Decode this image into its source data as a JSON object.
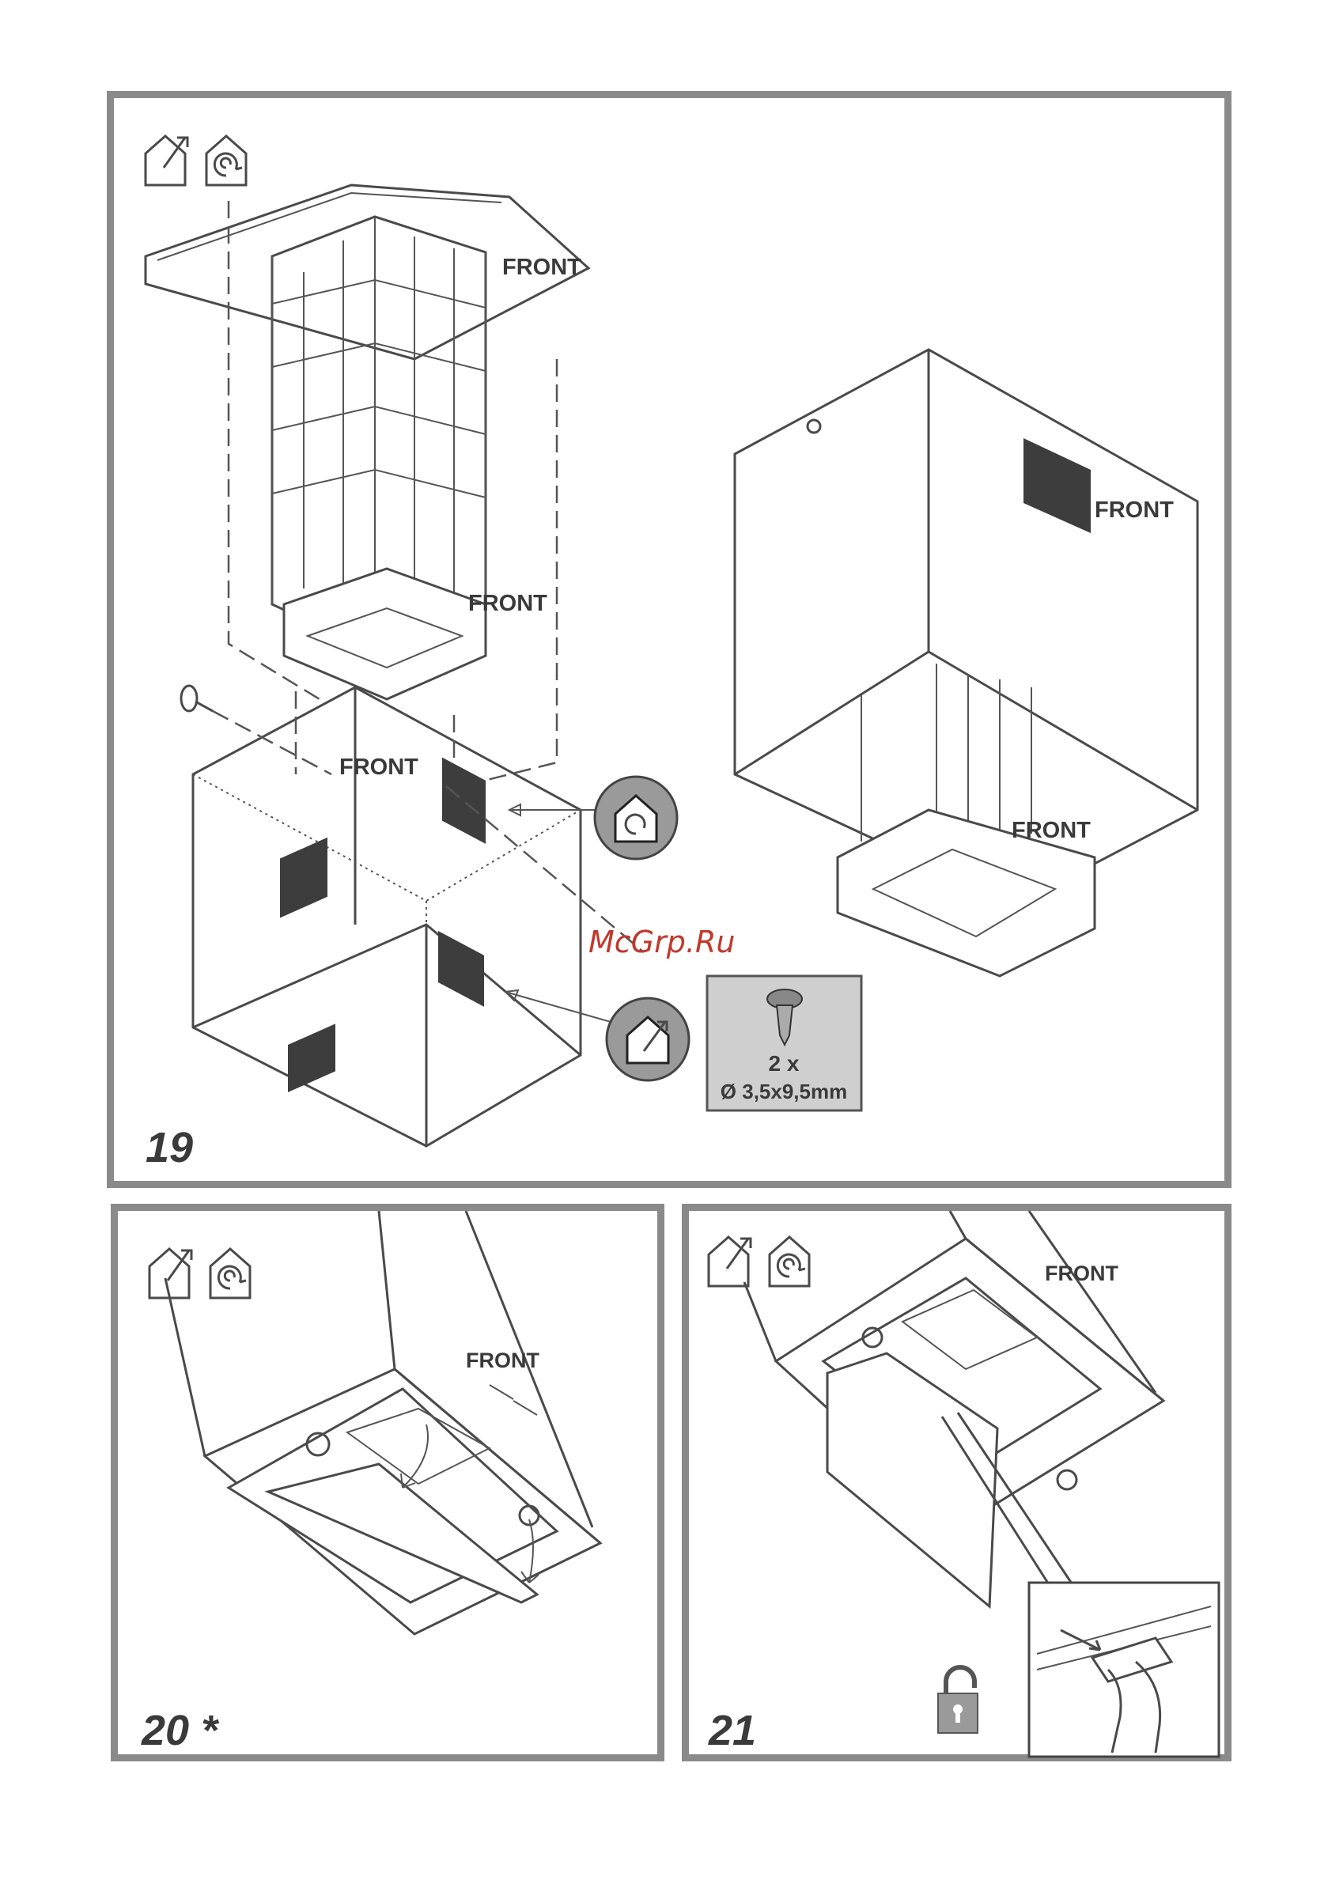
{
  "steps": [
    {
      "number": "19",
      "labels": {
        "front_a": "FRONT",
        "front_b": "FRONT",
        "front_c": "FRONT",
        "front_d": "FRONT"
      }
    },
    {
      "number": "20 *",
      "labels": {
        "front": "FRONT"
      }
    },
    {
      "number": "21",
      "labels": {
        "front": "FRONT"
      }
    }
  ],
  "screw_spec": {
    "quantity": "2 x",
    "size": "Ø 3,5x9,5mm"
  },
  "watermark": "McGrp.Ru",
  "icons": {
    "mode_a": "house-extraction-icon",
    "mode_b": "house-recirculation-icon",
    "unlock": "unlock-icon"
  }
}
